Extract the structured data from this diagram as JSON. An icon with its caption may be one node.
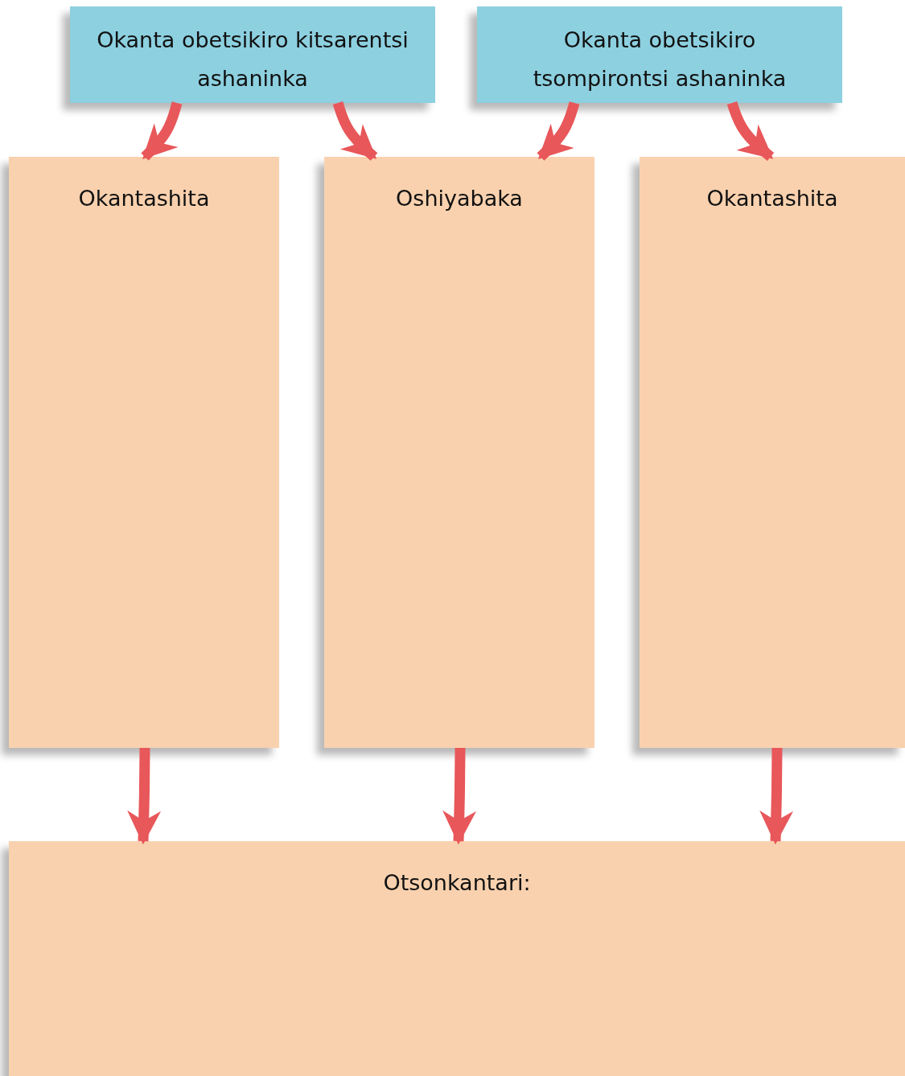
{
  "diagram": {
    "nodes": [
      {
        "text": [
          "Okanta obetsikiro kitsarentsi ashaninka"
        ]
      },
      {
        "text": [
          "Okanta obetsikiro tsompirontsi ashaninka"
        ]
      },
      {
        "text": [
          "Okantashita"
        ]
      },
      {
        "text": [
          "Oshiyabaka"
        ]
      },
      {
        "text": [
          "Okantashita"
        ]
      },
      {
        "text": [
          "Otsonkantari:"
        ]
      }
    ],
    "edges": [
      {
        "from": 0,
        "to": 2,
        "arrow": "to"
      },
      {
        "from": 0,
        "to": 3,
        "arrow": "to"
      },
      {
        "from": 1,
        "to": 3,
        "arrow": "to"
      },
      {
        "from": 1,
        "to": 4,
        "arrow": "to"
      },
      {
        "from": 2,
        "to": 5,
        "arrow": "to"
      },
      {
        "from": 3,
        "to": 5,
        "arrow": "to"
      },
      {
        "from": 4,
        "to": 5,
        "arrow": "to"
      }
    ]
  }
}
